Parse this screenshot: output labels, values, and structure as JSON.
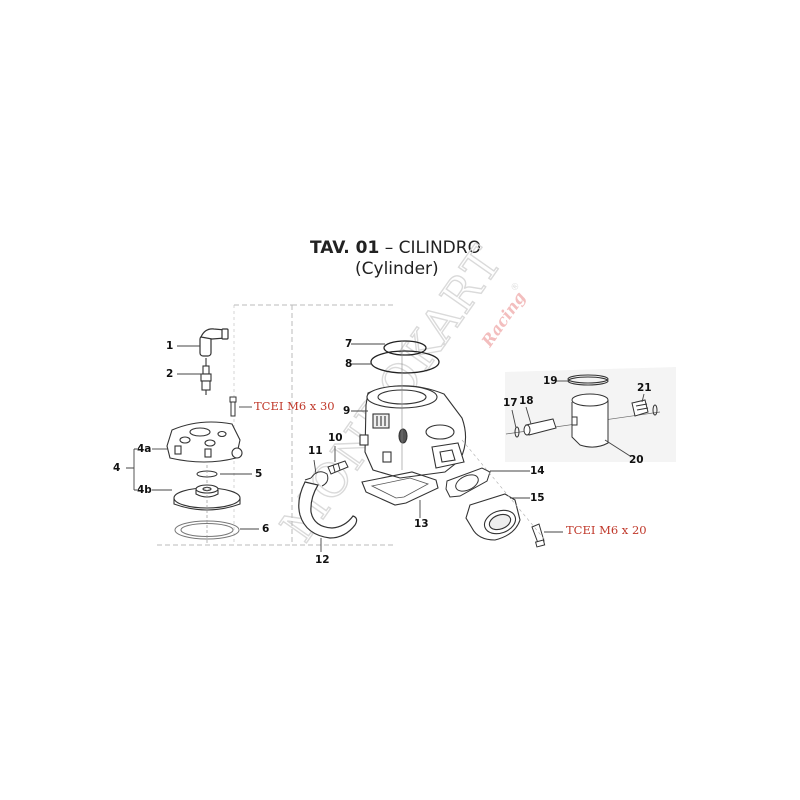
{
  "title": {
    "code": "TAV. 01",
    "separator": "–",
    "name": "CILINDRO",
    "subtitle": "(Cylinder)"
  },
  "watermark": {
    "text": "MONDOKART",
    "trademark": "®",
    "script_text": "Racing",
    "colors": {
      "main": "#d9d9d9",
      "script": "#f2b3b3"
    }
  },
  "callouts": [
    {
      "id": "1",
      "part": "spark-plug-cap"
    },
    {
      "id": "2",
      "part": "spark-plug"
    },
    {
      "id": "4",
      "part": "cylinder-head-assembly"
    },
    {
      "id": "4a",
      "part": "cylinder-head-cover"
    },
    {
      "id": "4b",
      "part": "cylinder-head-insert"
    },
    {
      "id": "5",
      "part": "o-ring"
    },
    {
      "id": "6",
      "part": "head-gasket"
    },
    {
      "id": "7",
      "part": "o-ring-small"
    },
    {
      "id": "8",
      "part": "o-ring-large"
    },
    {
      "id": "9",
      "part": "cylinder"
    },
    {
      "id": "10",
      "part": "hose-fitting"
    },
    {
      "id": "11",
      "part": "hose-clamp"
    },
    {
      "id": "12",
      "part": "water-hose"
    },
    {
      "id": "13",
      "part": "base-gasket"
    },
    {
      "id": "14",
      "part": "exhaust-gasket"
    },
    {
      "id": "15",
      "part": "exhaust-manifold"
    },
    {
      "id": "17",
      "part": "circlip"
    },
    {
      "id": "18",
      "part": "piston-pin"
    },
    {
      "id": "19",
      "part": "piston-ring"
    },
    {
      "id": "20",
      "part": "piston"
    },
    {
      "id": "21",
      "part": "needle-bearing"
    }
  ],
  "specs": {
    "head_bolt": "TCEI M6 x 30",
    "manifold_bolt": "TCEI M6 x 20"
  },
  "colors": {
    "line": "#333333",
    "leader": "#555555",
    "dashed": "#bbbbbb",
    "spec_text": "#c0392b",
    "piston_bg": "#f3f3f3"
  }
}
